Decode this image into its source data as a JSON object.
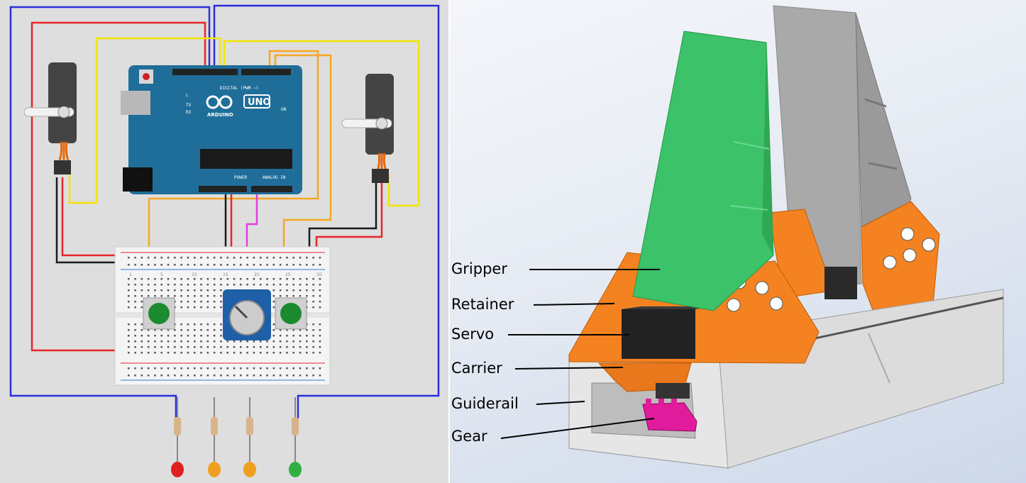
{
  "circuit": {
    "arduino": {
      "brand": "ARDUINO",
      "model": "UNO",
      "digital_header": "DIGITAL (PWM ~)",
      "power_header": "POWER",
      "analog_header": "ANALOG IN",
      "on_label": "ON",
      "tx_label": "TX",
      "rx_label": "RX",
      "l_label": "L"
    },
    "wire_colors": {
      "red": "#e8262a",
      "black": "#1a1a1a",
      "blue": "#2b2fd9",
      "yellow": "#f2e600",
      "orange": "#f5a623",
      "magenta": "#e040e0"
    },
    "led_colors": [
      "#e02020",
      "#f0a020",
      "#f0a020",
      "#30b040"
    ],
    "breadboard_numbers": [
      "1",
      "5",
      "10",
      "15",
      "20",
      "25",
      "30"
    ]
  },
  "assembly": {
    "labels": [
      {
        "id": "gripper",
        "text": "Gripper"
      },
      {
        "id": "retainer",
        "text": "Retainer"
      },
      {
        "id": "servo",
        "text": "Servo"
      },
      {
        "id": "carrier",
        "text": "Carrier"
      },
      {
        "id": "guiderail",
        "text": "Guiderail"
      },
      {
        "id": "gear",
        "text": "Gear"
      }
    ],
    "colors": {
      "gripper": "#3cc36a",
      "retainer": "#f58220",
      "servo": "#222222",
      "rail": "#dcdcdc",
      "gear": "#e01c9c",
      "back_gripper": "#a9a9a9"
    }
  }
}
